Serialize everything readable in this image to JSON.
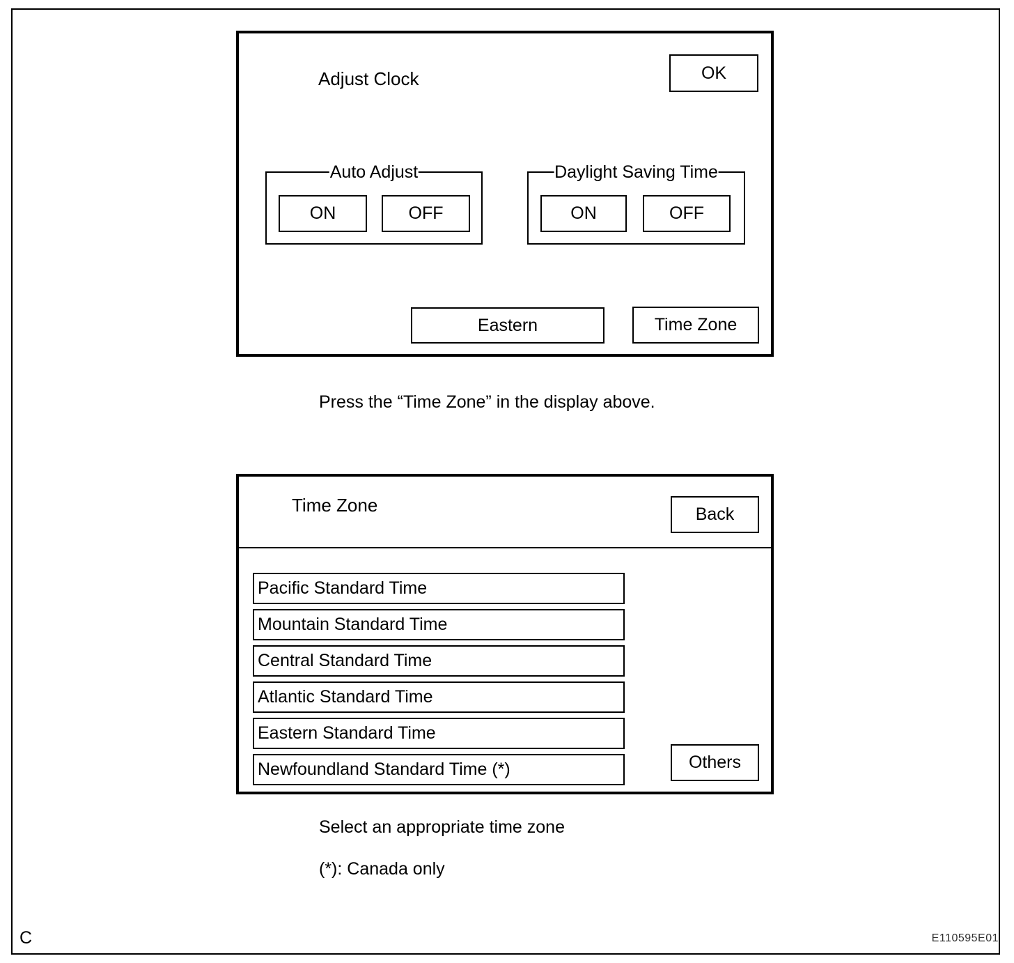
{
  "figure": {
    "corner_label": "C",
    "figure_code": "E110595E01"
  },
  "adjust_clock_screen": {
    "title": "Adjust Clock",
    "ok_button": "OK",
    "auto_adjust_group": {
      "legend": "Auto Adjust",
      "on_button": "ON",
      "off_button": "OFF"
    },
    "daylight_saving_group": {
      "legend": "Daylight Saving Time",
      "on_button": "ON",
      "off_button": "OFF"
    },
    "eastern_button": "Eastern",
    "time_zone_button": "Time Zone"
  },
  "captions": {
    "press_time_zone": "Press the “Time Zone” in the display above.",
    "select_zone": "Select an appropriate time zone",
    "canada_note": "(*): Canada only"
  },
  "time_zone_screen": {
    "title": "Time Zone",
    "back_button": "Back",
    "zones": [
      "Pacific Standard Time",
      "Mountain Standard Time",
      "Central Standard Time",
      "Atlantic Standard Time",
      "Eastern Standard Time",
      "Newfoundland Standard Time (*)"
    ],
    "others_button": "Others"
  }
}
